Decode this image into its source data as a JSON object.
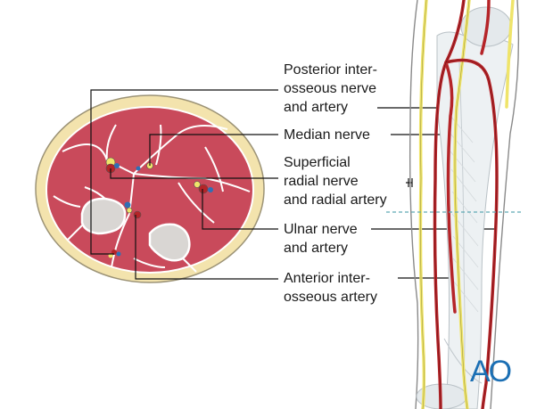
{
  "labels": {
    "posterior": "Posterior inter-\nosseous nerve\nand artery",
    "median": "Median nerve",
    "superficial": "Superficial\nradial nerve\nand radial artery",
    "ulnar": "Ulnar nerve\nand artery",
    "anterior": "Anterior inter-\nosseous artery"
  },
  "logo": "AO",
  "colors": {
    "muscle": "#c94a5b",
    "fascia": "#f3e3ad",
    "bone": "#d9d6d3",
    "artery": "#b52428",
    "nerve": "#efe46a",
    "vein": "#2f6fb4",
    "leader": "#111111",
    "section_line": "#5fa9b5",
    "logo": "#1b6fb4"
  }
}
